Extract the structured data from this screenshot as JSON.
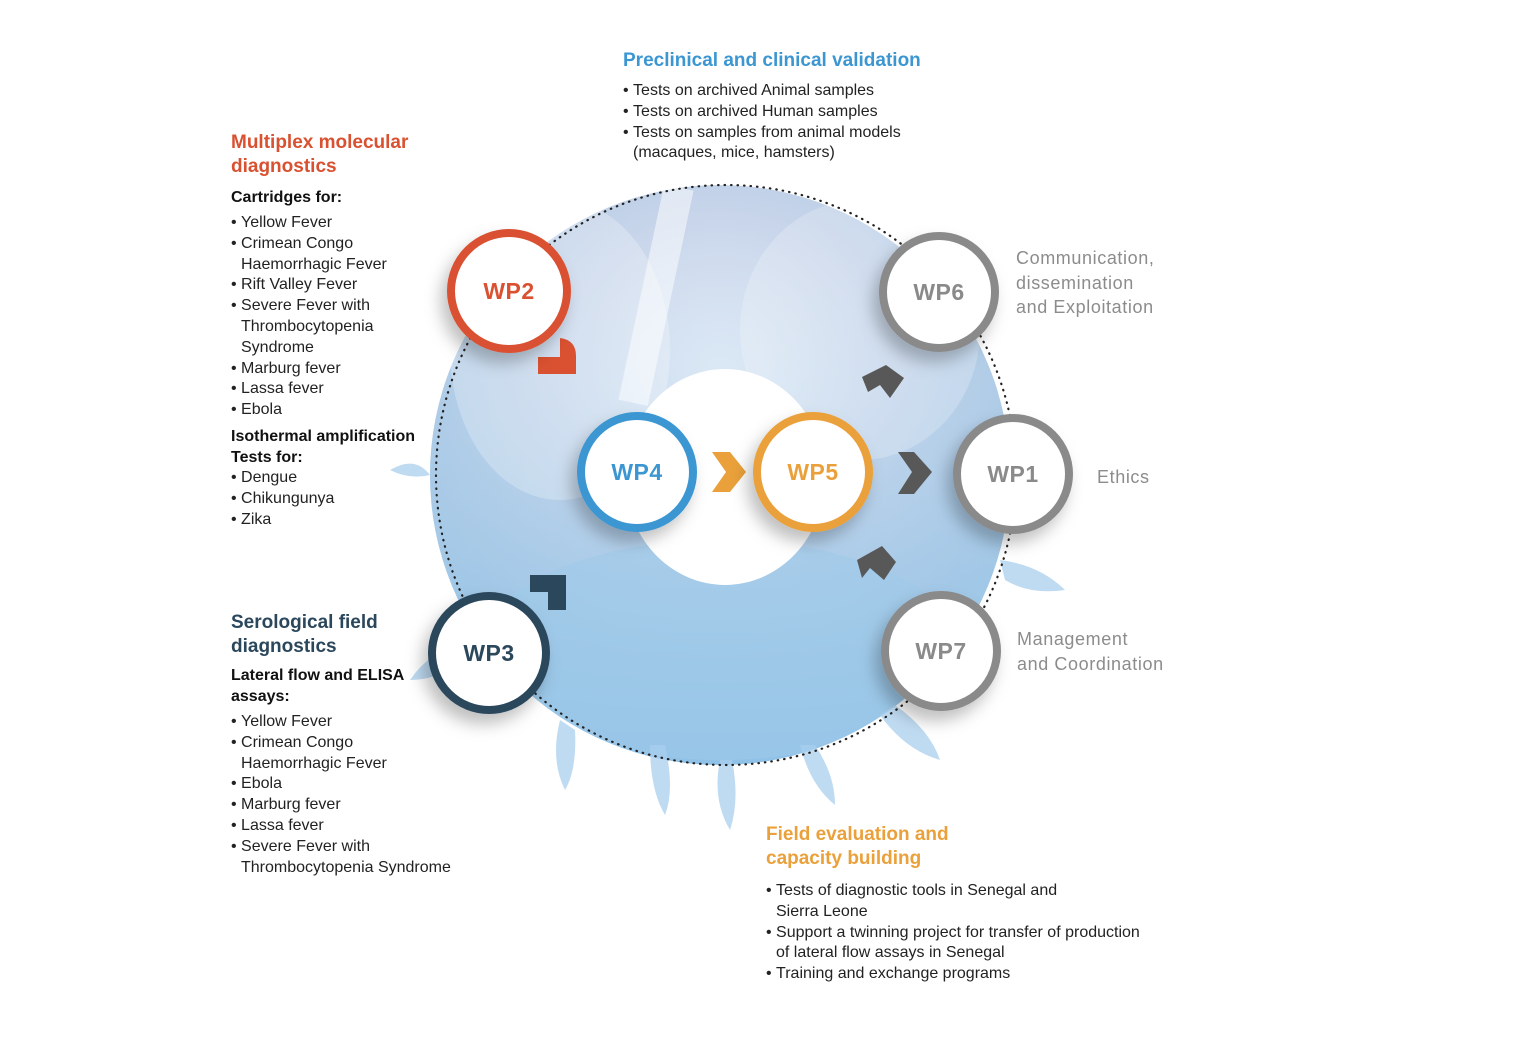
{
  "colors": {
    "wp2": "#d95130",
    "wp3": "#2b475c",
    "wp4": "#3b96d2",
    "wp5": "#eaa13b",
    "wp_grey": "#8a8a8a",
    "connector_grey": "#585858"
  },
  "preclinical": {
    "title": "Preclinical and clinical validation",
    "items": [
      "Tests on archived Animal samples",
      "Tests on archived Human samples",
      "Tests on samples from animal models (macaques, mice, hamsters)"
    ]
  },
  "multiplex": {
    "title_line1": "Multiplex molecular",
    "title_line2": "diagnostics",
    "cartridges_label": "Cartridges for:",
    "cartridges": [
      "Yellow Fever",
      "Crimean Congo Haemorrhagic Fever",
      "Rift Valley Fever",
      "Severe Fever with Thrombocytopenia Syndrome",
      "Marburg fever",
      "Lassa fever",
      "Ebola"
    ],
    "isothermal_line1": "Isothermal amplification",
    "isothermal_line2": "Tests for:",
    "isothermal": [
      "Dengue",
      "Chikungunya",
      "Zika"
    ]
  },
  "serological": {
    "title_line1": "Serological field",
    "title_line2": "diagnostics",
    "assays_line1": "Lateral flow and ELISA",
    "assays_line2": "assays:",
    "items": [
      "Yellow Fever",
      "Crimean Congo Haemorrhagic Fever",
      "Ebola",
      "Marburg fever",
      "Lassa fever",
      "Severe Fever with Thrombocytopenia Syndrome"
    ]
  },
  "field": {
    "title_line1": "Field evaluation and",
    "title_line2": "capacity building",
    "items": [
      "Tests of diagnostic tools in Senegal and Sierra Leone",
      "Support a twinning project for transfer of production of lateral flow assays in Senegal",
      "Training and exchange programs"
    ]
  },
  "side_labels": {
    "wp6_line1": "Communication,",
    "wp6_line2": "dissemination",
    "wp6_line3": "and Exploitation",
    "wp1": "Ethics",
    "wp7_line1": "Management",
    "wp7_line2": "and Coordination"
  },
  "wps": {
    "wp1": "WP1",
    "wp2": "WP2",
    "wp3": "WP3",
    "wp4": "WP4",
    "wp5": "WP5",
    "wp6": "WP6",
    "wp7": "WP7"
  }
}
